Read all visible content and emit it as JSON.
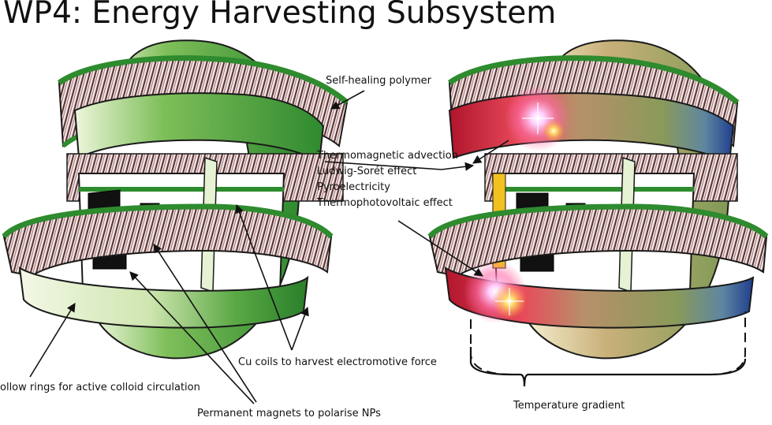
{
  "title": "WP4: Energy Harvesting Subsystem",
  "labels": {
    "self_healing": "Self-healing polymer",
    "effects": [
      "Thermomagnetic advection",
      "Ludwig-Sorét effect",
      "Pyroelectricity",
      "Thermophotovoltaic effect"
    ],
    "cu_coils": "Cu coils to harvest electromotive force",
    "hollow_rings": "ollow rings for active colloid circulation",
    "magnets": "Permanent magnets to polarise NPs",
    "temperature": "Temperature gradient"
  },
  "colors": {
    "green_dark": "#2e8b2e",
    "green_light": "#d9ecc4",
    "hot": "#e0203a",
    "cold": "#1f3f8f"
  }
}
